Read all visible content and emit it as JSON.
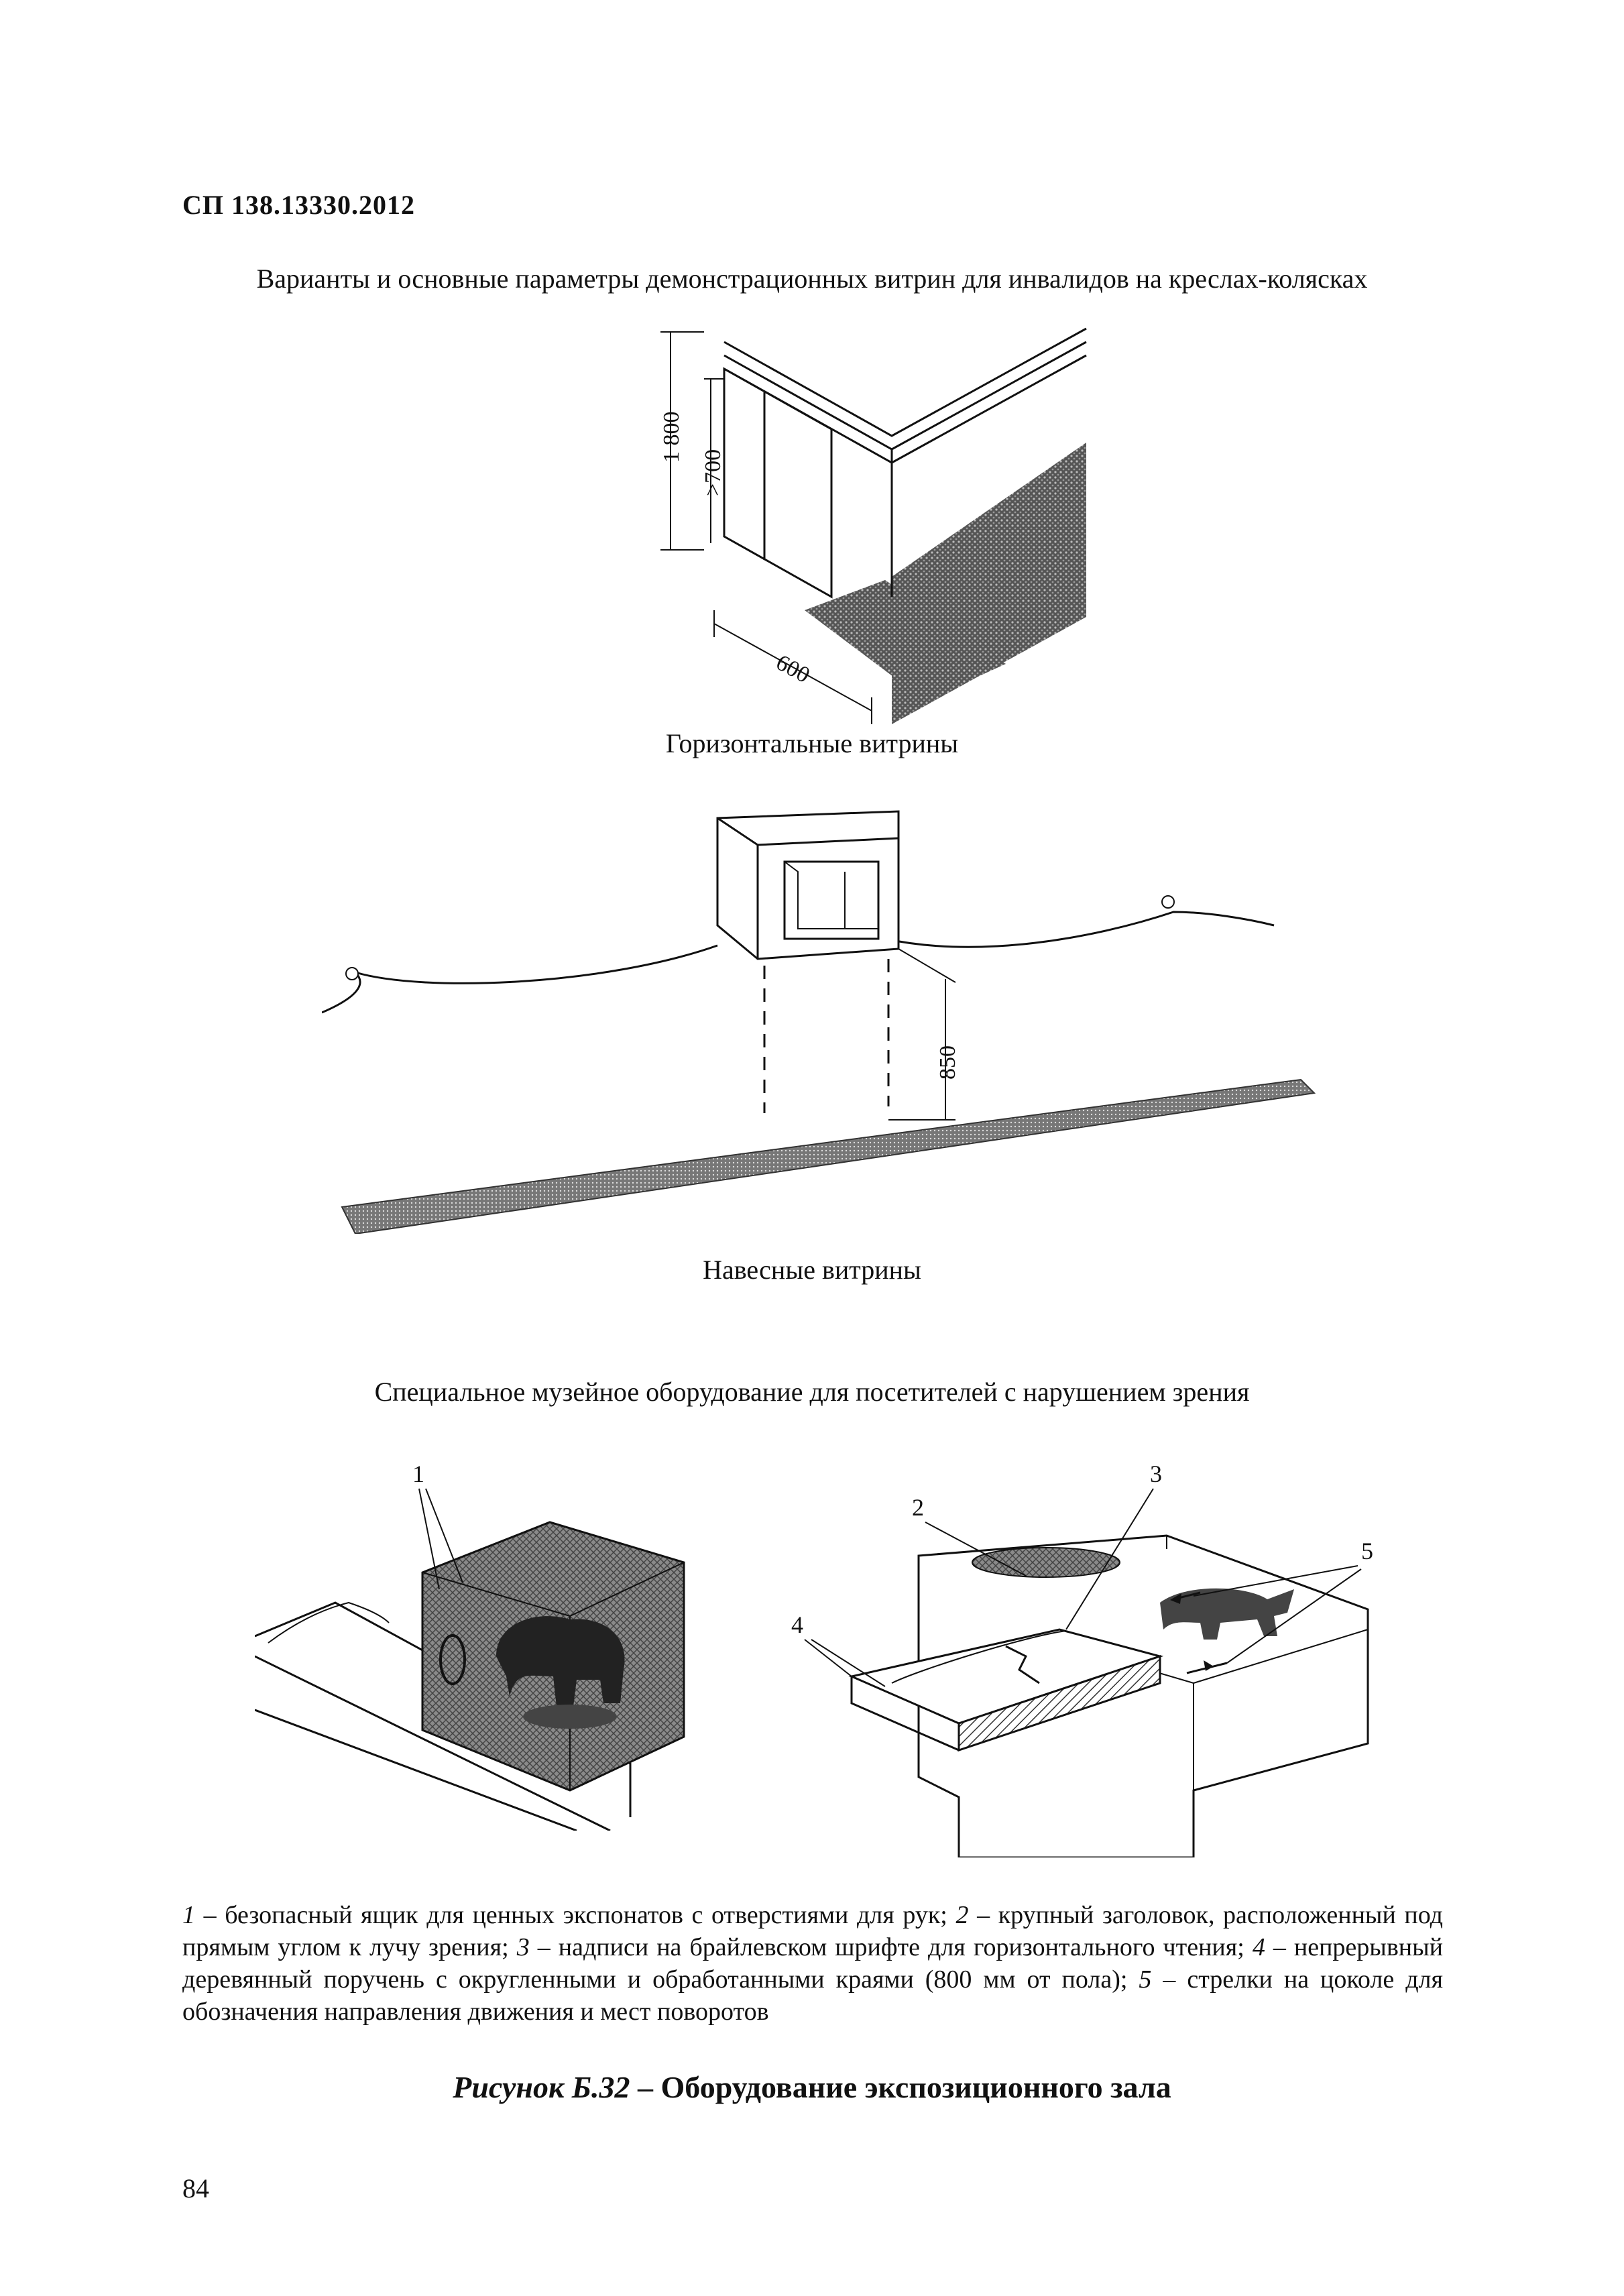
{
  "document": {
    "code": "СП 138.13330.2012",
    "page_number": "84"
  },
  "section1": {
    "title": "Варианты и основные параметры демонстрационных витрин для инвалидов на креслах-колясках",
    "horizontal": {
      "label": "Горизонтальные витрины",
      "dim_total_height": "1 800",
      "dim_inner_height": ">700",
      "dim_depth": "600"
    },
    "hanging": {
      "label": "Навесные витрины",
      "dim_height": "850"
    }
  },
  "section2": {
    "title": "Специальное музейное оборудование для посетителей с нарушением зрения",
    "callouts": [
      "1",
      "2",
      "3",
      "4",
      "5"
    ]
  },
  "legend": {
    "n1": "1",
    "t1": " – безопасный ящик для ценных экспонатов с отверстиями для рук; ",
    "n2": "2",
    "t2": " – крупный заголовок, расположенный под прямым углом к лучу зрения; ",
    "n3": "3",
    "t3": " – надписи на брайлевском шрифте для горизонтального чтения; ",
    "n4": "4",
    "t4": " – непрерывный деревянный поручень с округленными и обработанными краями (800 мм от пола); ",
    "n5": "5",
    "t5": " – стрелки на цоколе для обозначения направления движения и мест поворотов"
  },
  "figure": {
    "title_italic": "Рисунок Б.32",
    "title_rest": " – Оборудование экспозиционного зала"
  }
}
